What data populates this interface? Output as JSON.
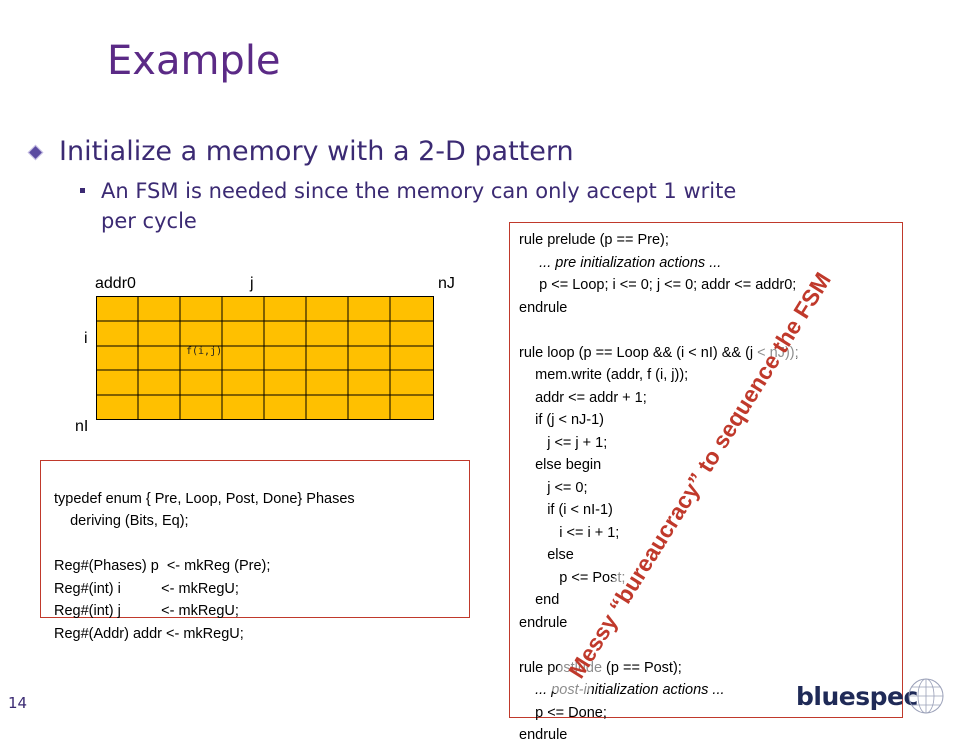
{
  "slide": {
    "title": "Example",
    "bullet_main": "Initialize a memory with a 2-D pattern",
    "bullet_sub": "An FSM is needed since the memory can only accept 1 write per cycle",
    "page_number": "14"
  },
  "figure": {
    "label_addr0": "addr0",
    "label_j": "j",
    "label_nJ": "nJ",
    "label_i": "i",
    "label_nI": "nI",
    "cell_label": "f(i,j)",
    "fill_color": "#ffc000"
  },
  "left_code": [
    "typedef enum { Pre, Loop, Post, Done} Phases",
    "    deriving (Bits, Eq);",
    "",
    "Reg#(Phases) p  <- mkReg (Pre);",
    "Reg#(int) i          <- mkRegU;",
    "Reg#(int) j          <- mkRegU;",
    "Reg#(Addr) addr <- mkRegU;"
  ],
  "right_code": [
    "rule prelude (p == Pre);",
    "     ... pre initialization actions ...",
    "     p <= Loop; i <= 0; j <= 0; addr <= addr0;",
    "endrule",
    "",
    "rule loop (p == Loop && (i < nI) && (j < nJ));",
    "    mem.write (addr, f (i, j));",
    "    addr <= addr + 1;",
    "    if (j < nJ-1)",
    "       j <= j + 1;",
    "    else begin",
    "       j <= 0;",
    "       if (i < nI-1)",
    "          i <= i + 1;",
    "       else",
    "          p <= Post;",
    "    end",
    "endrule",
    "",
    "rule postlude (p == Post);",
    "    ... post-initialization actions ...",
    "    p <= Done;",
    "endrule"
  ],
  "overlay_text": "Messy “bureaucracy” to sequence the FSM",
  "logo_text": "bluespec"
}
